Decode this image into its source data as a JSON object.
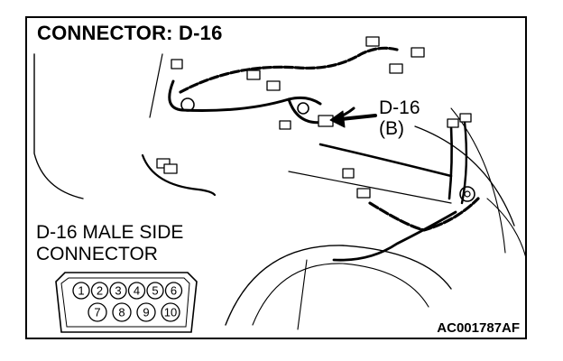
{
  "title": "CONNECTOR: D-16",
  "callout": {
    "line1": "D-16",
    "line2": "(B)"
  },
  "side_label": {
    "line1": "D-16 MALE SIDE",
    "line2": "CONNECTOR"
  },
  "code": "AC001787AF",
  "pins": {
    "top_row": [
      "1",
      "2",
      "3",
      "4",
      "5",
      "6"
    ],
    "bottom_row": [
      "7",
      "8",
      "9",
      "10"
    ]
  }
}
